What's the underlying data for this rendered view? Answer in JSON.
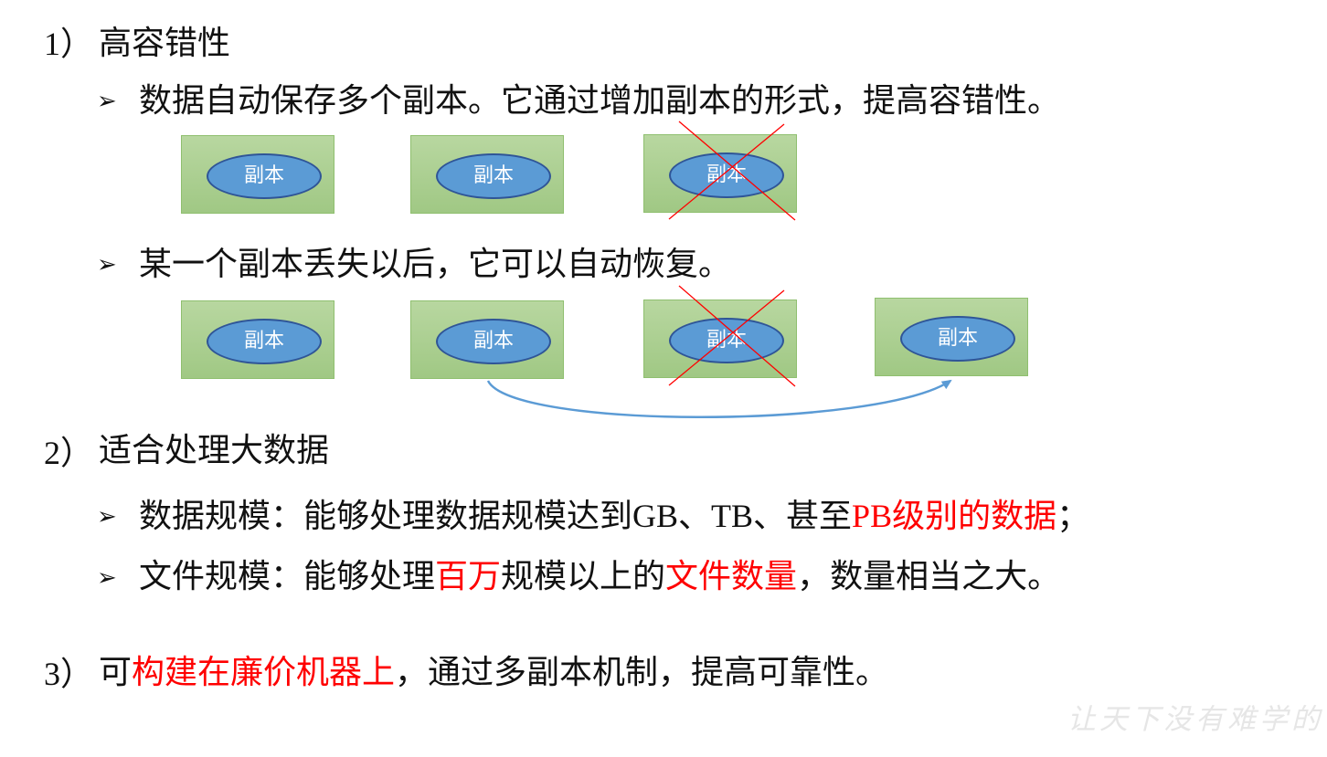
{
  "section1": {
    "num": "1）",
    "title": "高容错性",
    "bullet1": "数据自动保存多个副本。它通过增加副本的形式，提高容错性。",
    "bullet2": "某一个副本丢失以后，它可以自动恢复。"
  },
  "diagram": {
    "replica_label": "副本",
    "row1": [
      "副本",
      "副本",
      "副本"
    ],
    "row2": [
      "副本",
      "副本",
      "副本",
      "副本"
    ],
    "cross_color": "#ff0000",
    "arrow_color": "#5b9bd5"
  },
  "section2": {
    "num": "2）",
    "title": "适合处理大数据",
    "bullet1": {
      "p1": "数据规模：能够处理数据规模达到",
      "p2": "GB、TB、",
      "p3": "甚至",
      "p4": "PB",
      "p5": "级别的数据",
      "p6": "；"
    },
    "bullet2": {
      "p1": "文件规模：能够处理",
      "p2": "百万",
      "p3": "规模以上的",
      "p4": "文件数量",
      "p5": "，数量相当之大。"
    }
  },
  "section3": {
    "num": "3）",
    "p1": "可",
    "p2": "构建在廉价机器上",
    "p3": "，通过多副本机制，提高可靠性。"
  },
  "bullet_symbol": "➢",
  "watermark": "让天下没有难学的"
}
